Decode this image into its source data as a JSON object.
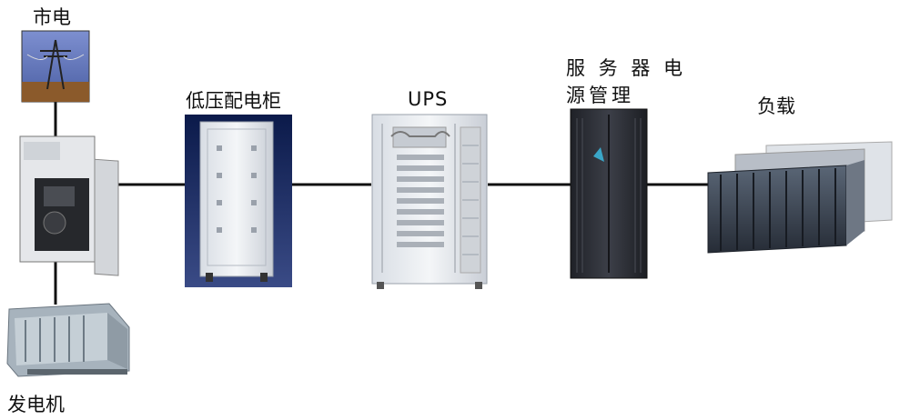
{
  "nodes": {
    "city_power": {
      "label": "市电"
    },
    "generator": {
      "label": "发电机"
    },
    "lv_cabinet": {
      "label": "低压配电柜"
    },
    "ups": {
      "label": "UPS"
    },
    "server_power_mgmt": {
      "label_line1": "服 务 器 电",
      "label_line2": "源管理"
    },
    "load": {
      "label": "负载"
    }
  },
  "colors": {
    "line": "#111111",
    "sky": "#5a6fb0",
    "ground": "#8b5a2b",
    "cabinet": "#e8ebef",
    "dark_cabinet": "#2a2c33",
    "server": "#3b4452"
  }
}
